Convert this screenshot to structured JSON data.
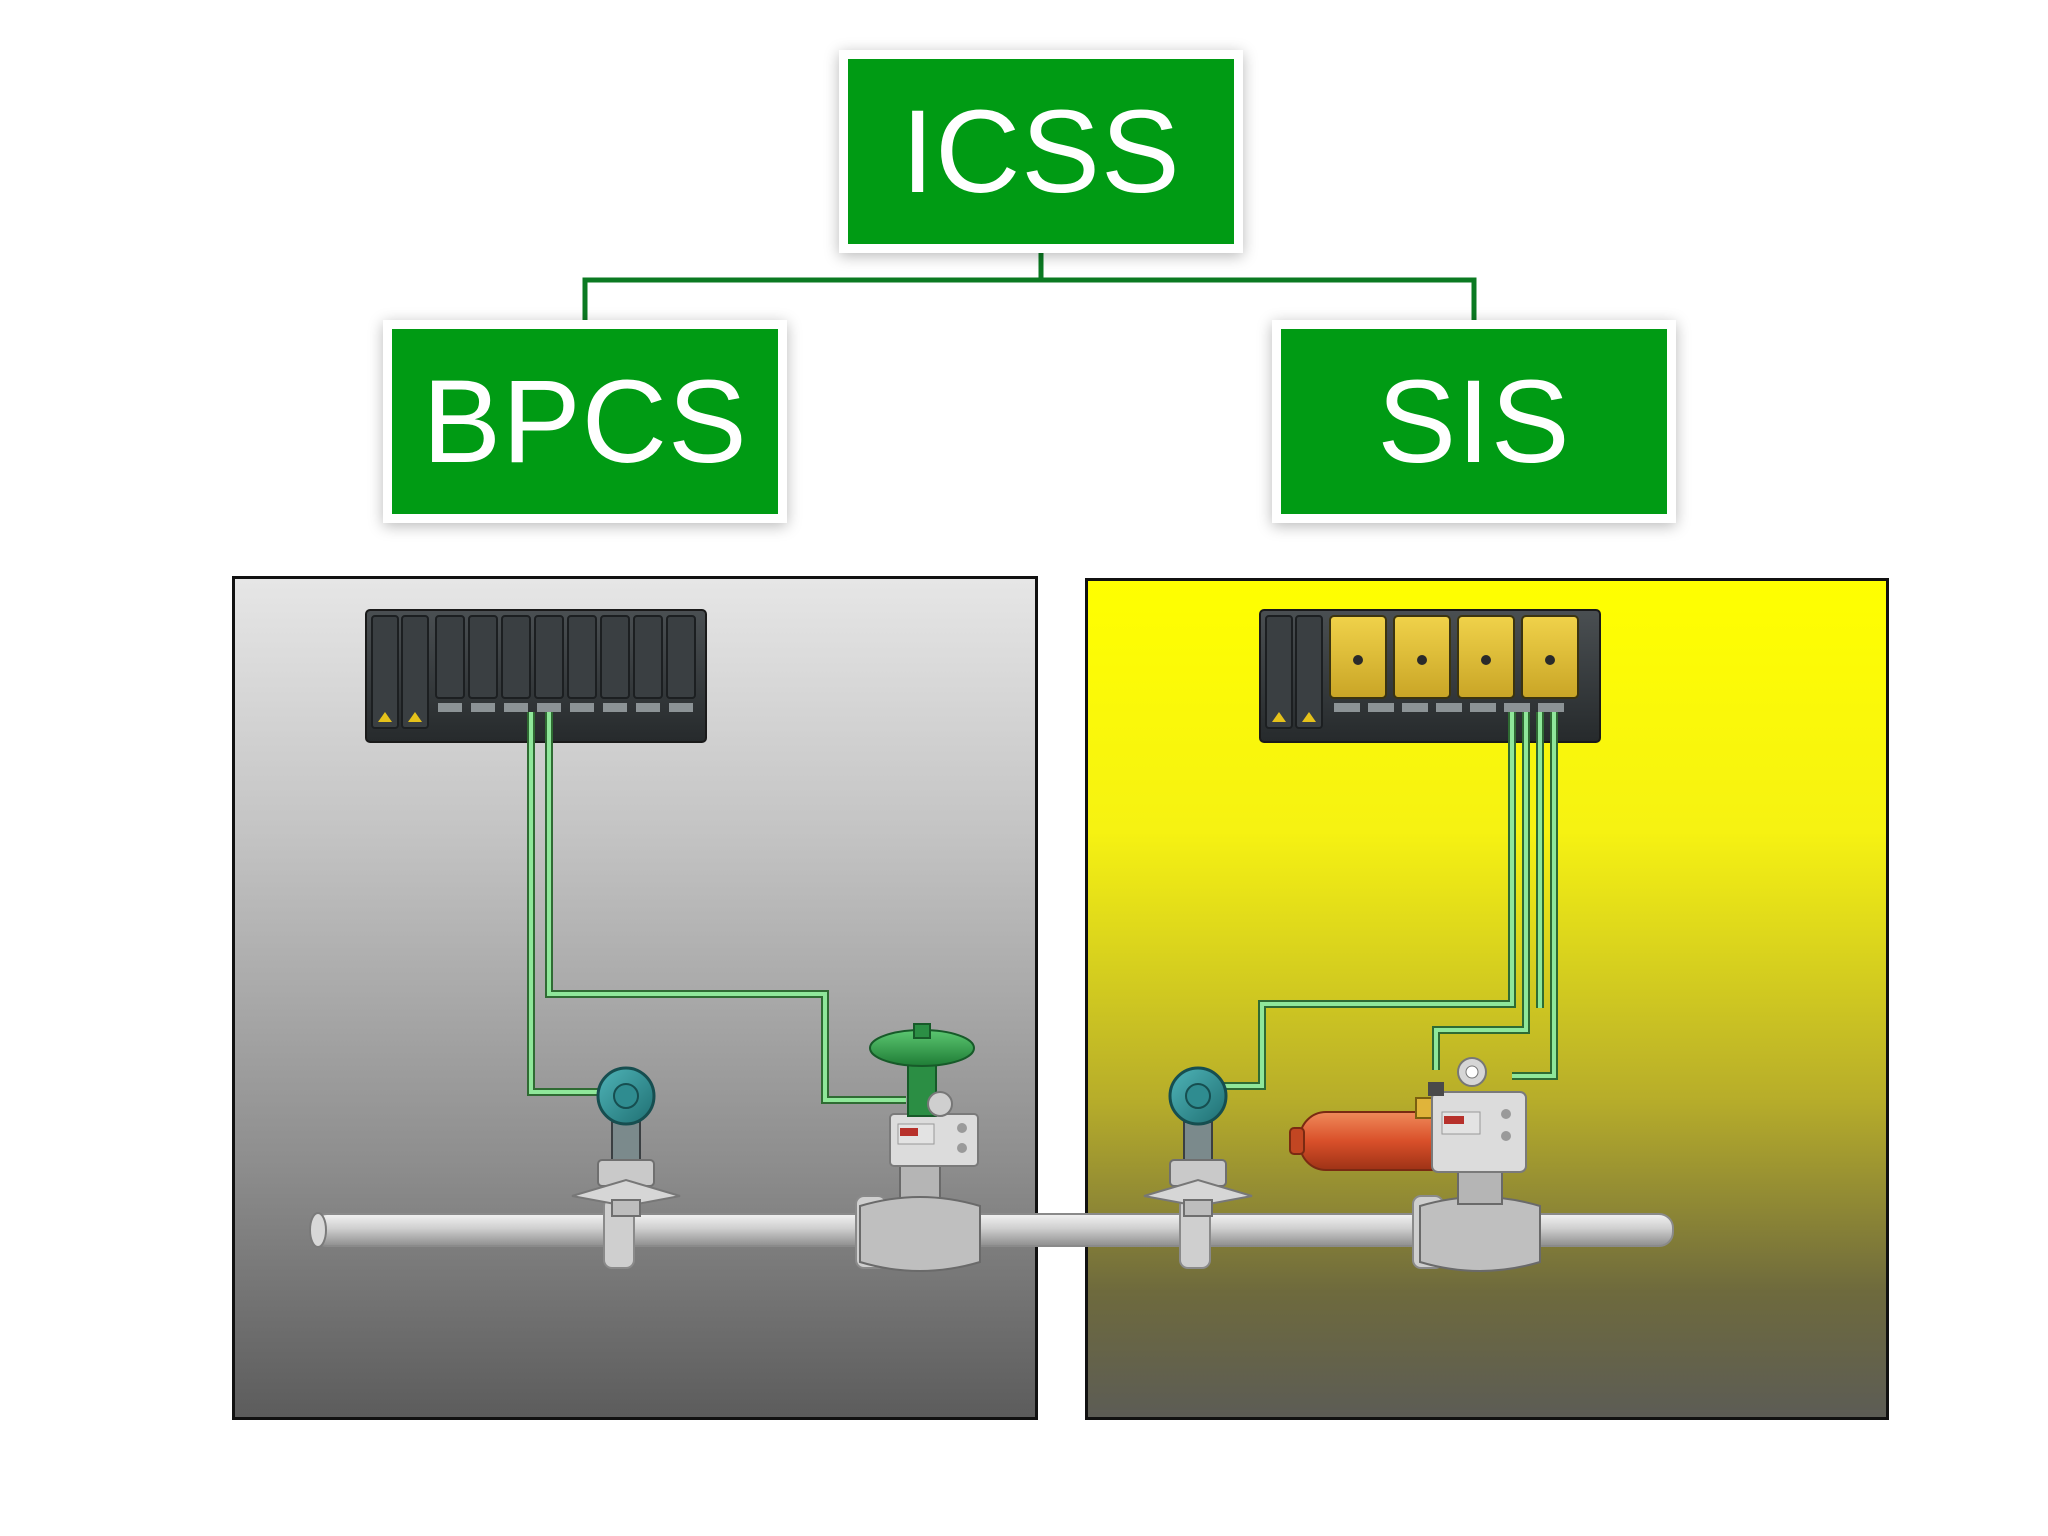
{
  "hierarchy": {
    "root": {
      "label": "ICSS"
    },
    "children": [
      {
        "label": "BPCS"
      },
      {
        "label": "SIS"
      }
    ]
  },
  "colors": {
    "box_green": "#009b14",
    "connector_green": "#0b7a22",
    "signal_wire": "#7fe08a",
    "bpcs_panel_top": "#e6e6e6",
    "bpcs_panel_bottom": "#5c5c5c",
    "sis_panel_top": "#ffff00",
    "sis_panel_bottom": "#5c5c55",
    "sis_module_yellow": "#e8c737",
    "actuator_orange": "#d9502a",
    "valve_head_green": "#2fa04a"
  },
  "icons": {
    "bpcs_controller": "io-rack-icon",
    "sis_controller": "safety-io-rack-icon",
    "transmitter": "pressure-transmitter-icon",
    "control_valve": "control-valve-icon",
    "shutdown_valve": "shutdown-valve-icon",
    "pipeline": "pipe-icon"
  }
}
